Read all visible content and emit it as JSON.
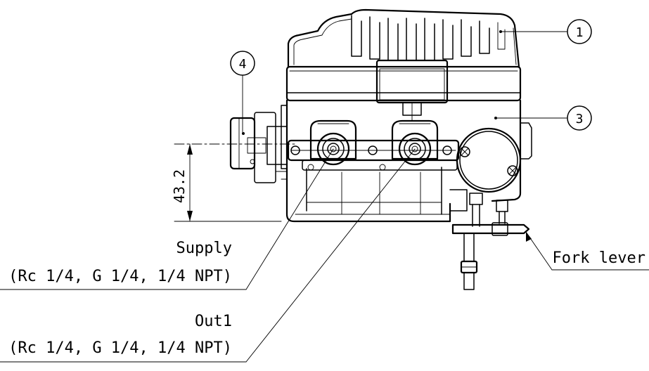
{
  "callouts": [
    "1",
    "3",
    "4"
  ],
  "dimension": "43.2",
  "labels": {
    "supply_title": "Supply",
    "supply_spec": "(Rc 1/4, G 1/4, 1/4 NPT)",
    "out1_title": "Out1",
    "out1_spec": "(Rc 1/4, G 1/4, 1/4 NPT)",
    "fork_lever": "Fork lever"
  }
}
